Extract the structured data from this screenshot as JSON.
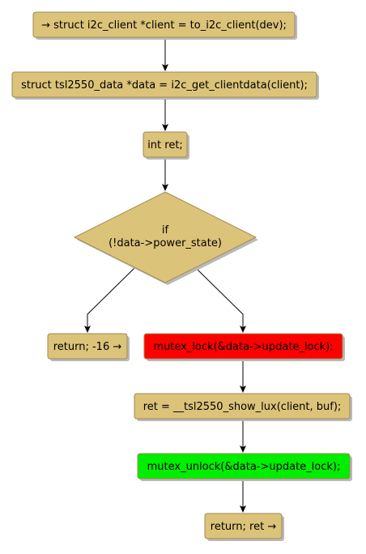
{
  "diagram": {
    "type": "flowchart",
    "colors": {
      "action": "#dcc37a",
      "error": "#ff0000",
      "success": "#00ee00",
      "border": "#a08a52",
      "edge": "#000000"
    },
    "nodes": {
      "n1": "→ struct i2c_client *client = to_i2c_client(dev);",
      "n2": "struct tsl2550_data *data = i2c_get_clientdata(client);",
      "n3": "int ret;",
      "n4_line1": "if",
      "n4_line2": "(!data->power_state)",
      "n5": "return; -16 →",
      "n6": "mutex_lock(&data->update_lock);",
      "n7": "ret = __tsl2550_show_lux(client, buf);",
      "n8": "mutex_unlock(&data->update_lock);",
      "n9": "return; ret →"
    }
  }
}
